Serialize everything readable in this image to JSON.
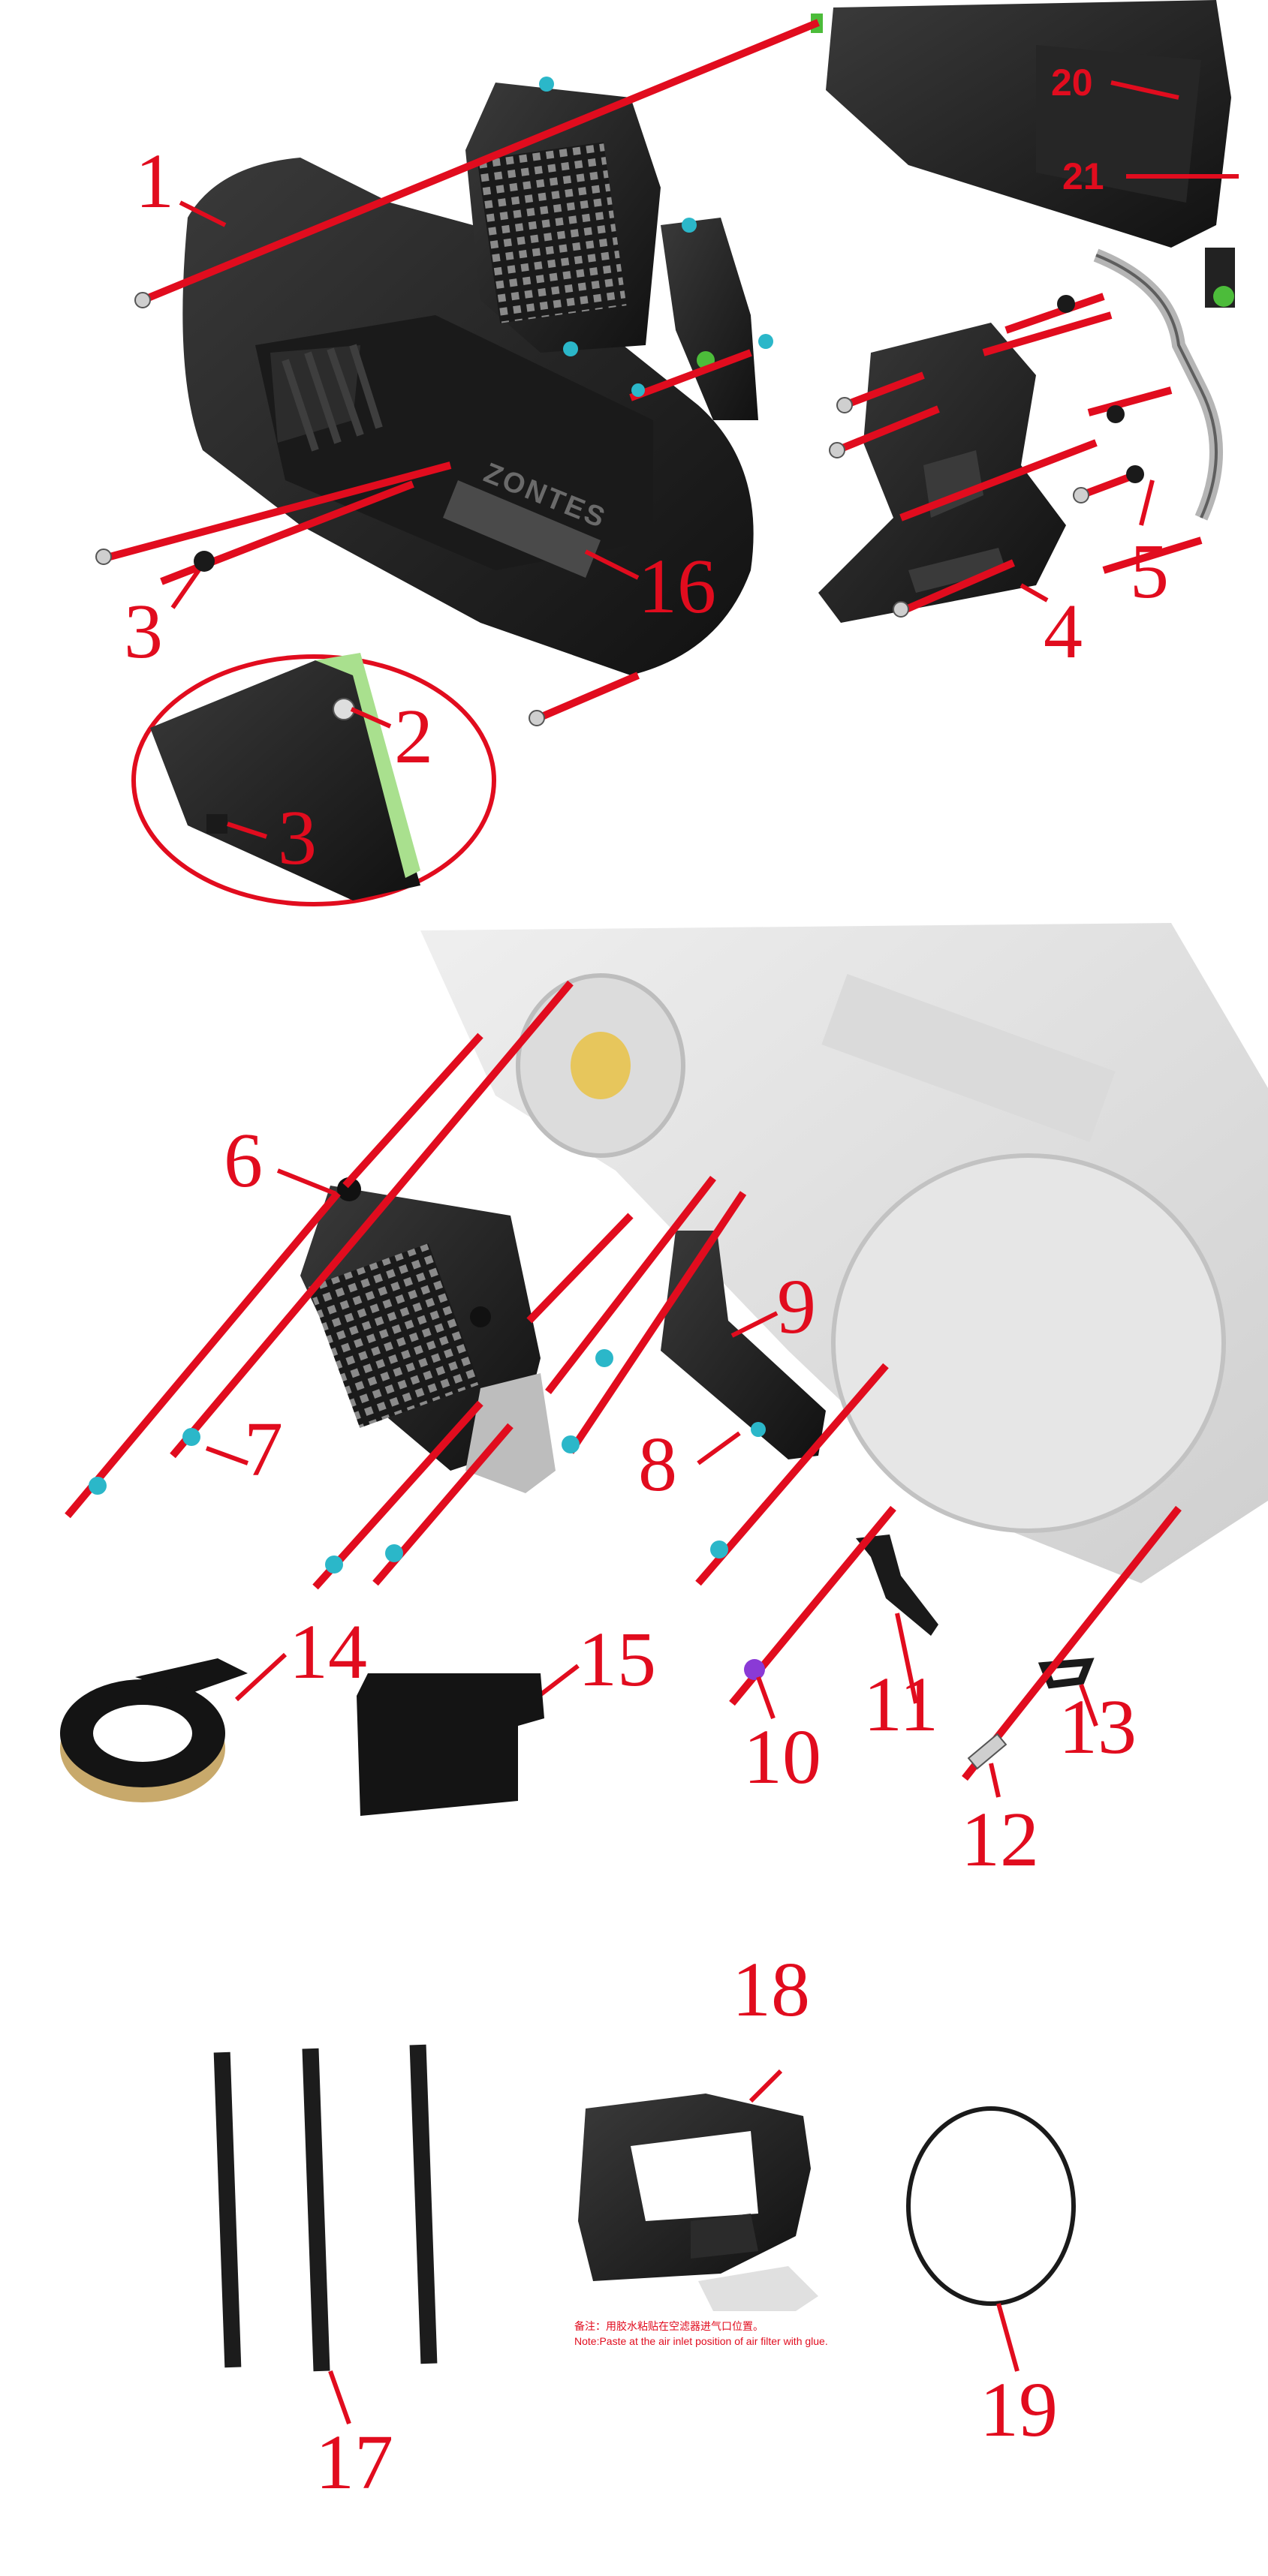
{
  "callouts": {
    "c1": "1",
    "c2": "2",
    "c3a": "3",
    "c3b": "3",
    "c4": "4",
    "c5": "5",
    "c6": "6",
    "c7": "7",
    "c8": "8",
    "c9": "9",
    "c10": "10",
    "c11": "11",
    "c12": "12",
    "c13": "13",
    "c14": "14",
    "c15": "15",
    "c16": "16",
    "c17": "17",
    "c18": "18",
    "c19": "19",
    "c20": "20",
    "c21": "21"
  },
  "brand_text": "ZONTES",
  "note": {
    "cn": "备注：用胶水粘贴在空滤器进气口位置。",
    "en": "Note:Paste at the air inlet position of air filter with glue."
  },
  "colors": {
    "leader": "#e10c1e",
    "part": "#1c1c1c",
    "ghost": "#d9d9d9",
    "fastener": "#2bb7c9"
  }
}
